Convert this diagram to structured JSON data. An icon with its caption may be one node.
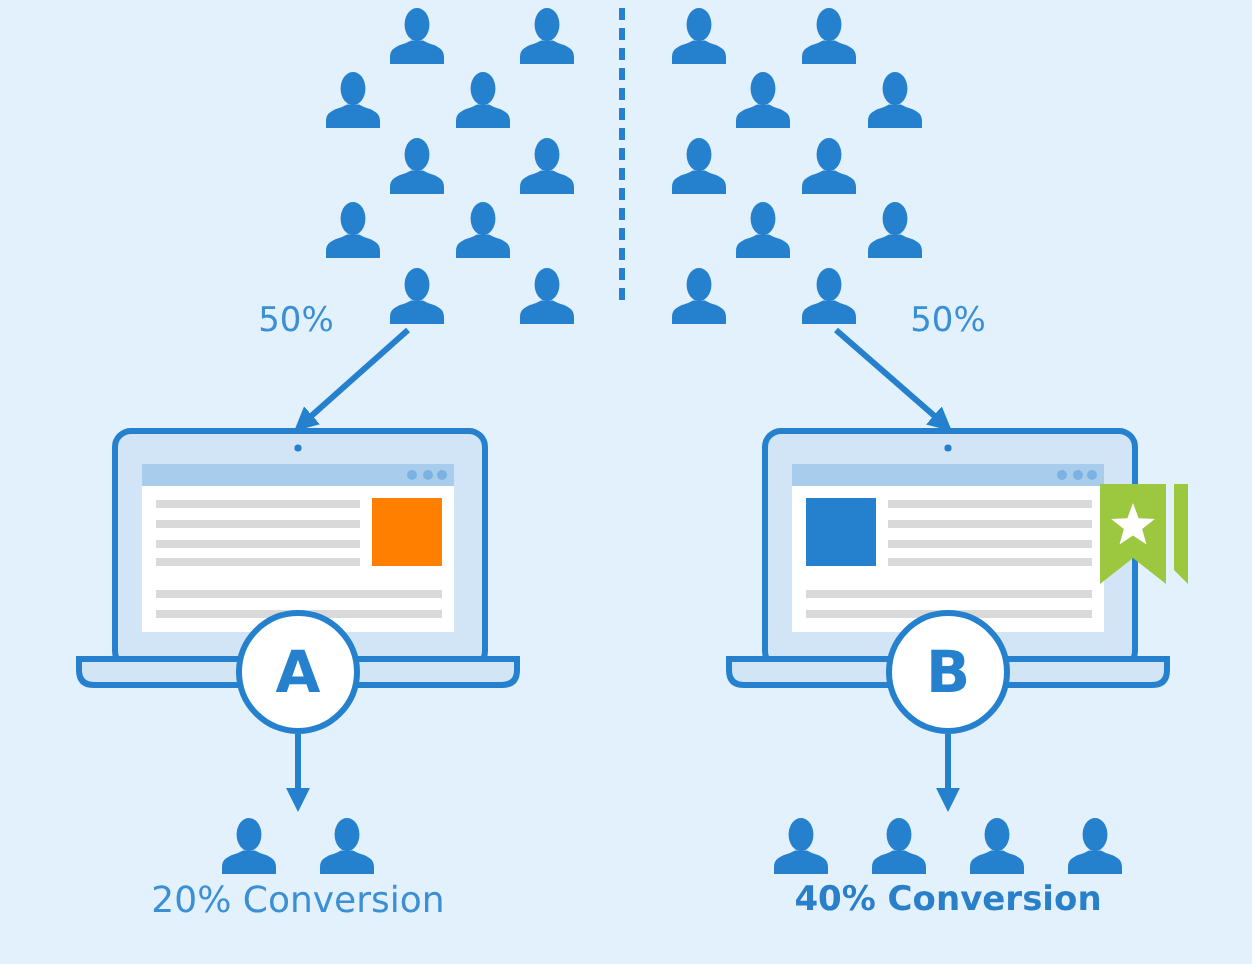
{
  "diagram": {
    "nodes": [
      {
        "text": [],
        "shape": "person"
      },
      {
        "text": [],
        "shape": "person"
      },
      {
        "text": [],
        "shape": "picture"
      },
      {
        "text": [],
        "shape": "picture"
      },
      {
        "text": [
          "A"
        ]
      },
      {
        "text": [
          "B"
        ]
      },
      {
        "text": [],
        "shape": "person",
        "beside": [
          "20% Conversion"
        ]
      },
      {
        "text": [],
        "shape": "person",
        "beside": [
          "40% Conversion"
        ]
      }
    ],
    "edges": [
      {
        "from": 0,
        "to": 2,
        "arrow": "to",
        "label": "50%"
      },
      {
        "from": 1,
        "to": 3,
        "arrow": "to",
        "label": "50%"
      },
      {
        "from": 4,
        "to": 6,
        "arrow": "to"
      },
      {
        "from": 5,
        "to": 7,
        "arrow": "to"
      }
    ]
  }
}
